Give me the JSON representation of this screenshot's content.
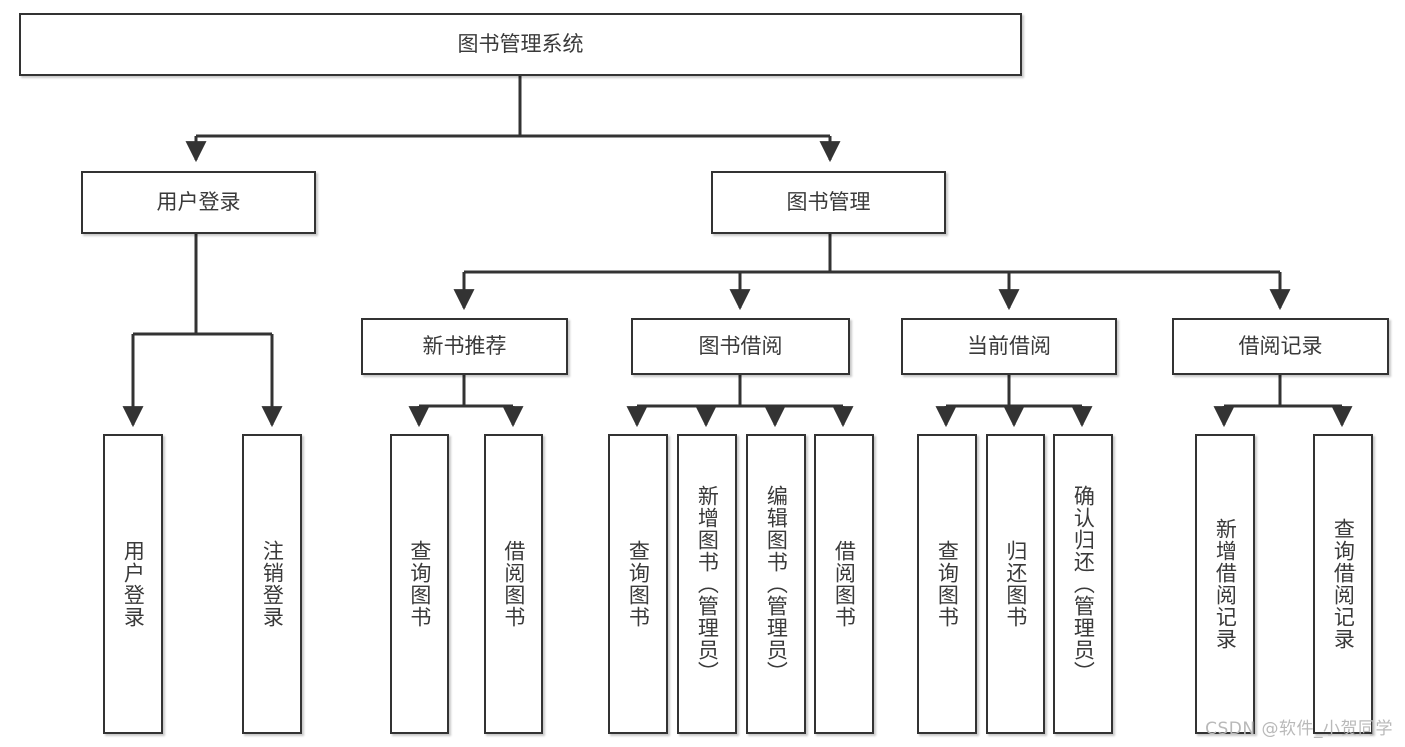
{
  "diagram": {
    "title_node": {
      "label": "图书管理系统"
    },
    "level2": [
      {
        "id": "user-login",
        "label": "用户登录"
      },
      {
        "id": "book-management",
        "label": "图书管理"
      }
    ],
    "level3": [
      {
        "id": "new-book-recommend",
        "label": "新书推荐"
      },
      {
        "id": "book-borrow",
        "label": "图书借阅"
      },
      {
        "id": "current-borrow",
        "label": "当前借阅"
      },
      {
        "id": "borrow-record",
        "label": "借阅记录"
      }
    ],
    "leaves": [
      {
        "id": "leaf-user-login",
        "label": "用户登录",
        "parent": "user-login"
      },
      {
        "id": "leaf-logout-login",
        "label": "注销登录",
        "parent": "user-login"
      },
      {
        "id": "leaf-query-book-1",
        "label": "查询图书",
        "parent": "new-book-recommend"
      },
      {
        "id": "leaf-borrow-book-1",
        "label": "借阅图书",
        "parent": "new-book-recommend"
      },
      {
        "id": "leaf-query-book-2",
        "label": "查询图书",
        "parent": "book-borrow"
      },
      {
        "id": "leaf-add-book",
        "label": "新增图书（管理员）",
        "parent": "book-borrow"
      },
      {
        "id": "leaf-edit-book",
        "label": "编辑图书（管理员）",
        "parent": "book-borrow"
      },
      {
        "id": "leaf-borrow-book-2",
        "label": "借阅图书",
        "parent": "book-borrow"
      },
      {
        "id": "leaf-query-book-3",
        "label": "查询图书",
        "parent": "current-borrow"
      },
      {
        "id": "leaf-return-book",
        "label": "归还图书",
        "parent": "current-borrow"
      },
      {
        "id": "leaf-confirm-return",
        "label": "确认归还（管理员）",
        "parent": "current-borrow"
      },
      {
        "id": "leaf-add-record",
        "label": "新增借阅记录",
        "parent": "borrow-record"
      },
      {
        "id": "leaf-query-record",
        "label": "查询借阅记录",
        "parent": "borrow-record"
      }
    ],
    "colors": {
      "node_border": "#333333",
      "node_fill": "#ffffff",
      "text": "#3a3a3a",
      "connector": "#333333",
      "watermark": "#b9b9b9",
      "background": "#ffffff"
    }
  },
  "watermark": {
    "text": "CSDN @软件_小贺同学"
  }
}
